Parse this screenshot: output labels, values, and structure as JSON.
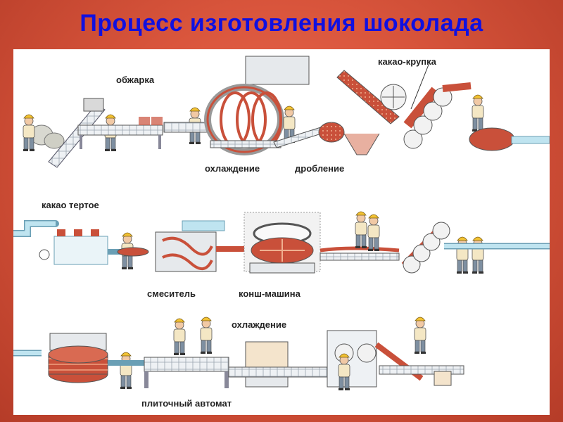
{
  "title": "Процесс изготовления шоколада",
  "labels": {
    "roasting": "обжарка",
    "cooling_1": "охлаждение",
    "crushing": "дробление",
    "cocoa_nibs": "какао-крупка",
    "cocoa_mass": "какао тертое",
    "mixer": "смеситель",
    "conche": "конш-машина",
    "cooling_2": "охлаждение",
    "tablet_machine": "плиточный автомат"
  },
  "colors": {
    "title": "#1010e0",
    "background": "#d9553c",
    "pipe": "#bfe4f0",
    "pipe_stroke": "#6a9fb5",
    "chocolate": "#c9503a",
    "worker_shirt": "#f4e7c4",
    "worker_pants": "#7e8fa1",
    "helmet": "#f2c233"
  },
  "icons": [
    "worker-icon",
    "roaster-icon",
    "cooling-drum-icon",
    "crusher-icon",
    "roller-mill-icon",
    "mixer-icon",
    "conche-icon",
    "cooling-tunnel-icon",
    "tablet-machine-icon"
  ]
}
